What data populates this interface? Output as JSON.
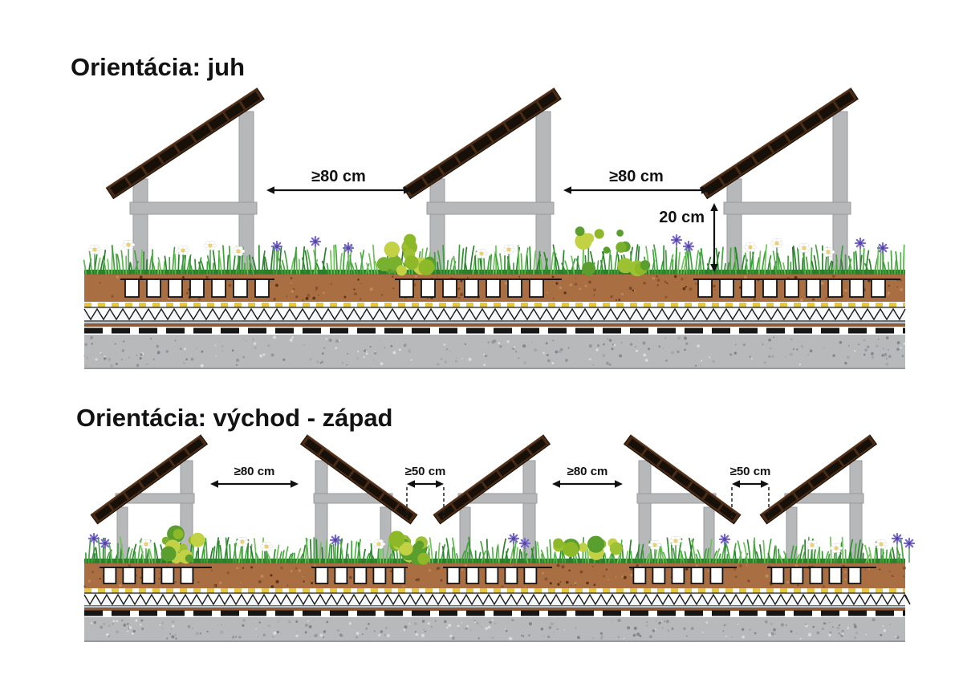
{
  "diagram": {
    "background": "#ffffff",
    "subject": "Green roof photovoltaic mounting orientations"
  },
  "colors": {
    "title_text": "#121212",
    "dimension_text": "#111111",
    "panel_frame": "#4a2b15",
    "panel_cell": "#161009",
    "support_gray": "#b6b8ba",
    "grass_green": "#3da23b",
    "soil_brown": "#a96f42",
    "cup_white": "#ffffff",
    "fleece_yellow": "#e7c83d",
    "membrane_brown": "#8f5a35",
    "insulation_black": "#161616",
    "concrete_gray": "#b7b9bb"
  },
  "sections": [
    {
      "id": "south",
      "title": "Orientácia: juh",
      "labels": {
        "gap1": "≥80 cm",
        "gap2": "≥80 cm",
        "height": "20 cm"
      }
    },
    {
      "id": "east_west",
      "title": "Orientácia: východ - západ",
      "labels": {
        "gap1": "≥80 cm",
        "gap2": "≥50 cm",
        "gap3": "≥80 cm",
        "gap4": "≥50 cm"
      }
    }
  ]
}
